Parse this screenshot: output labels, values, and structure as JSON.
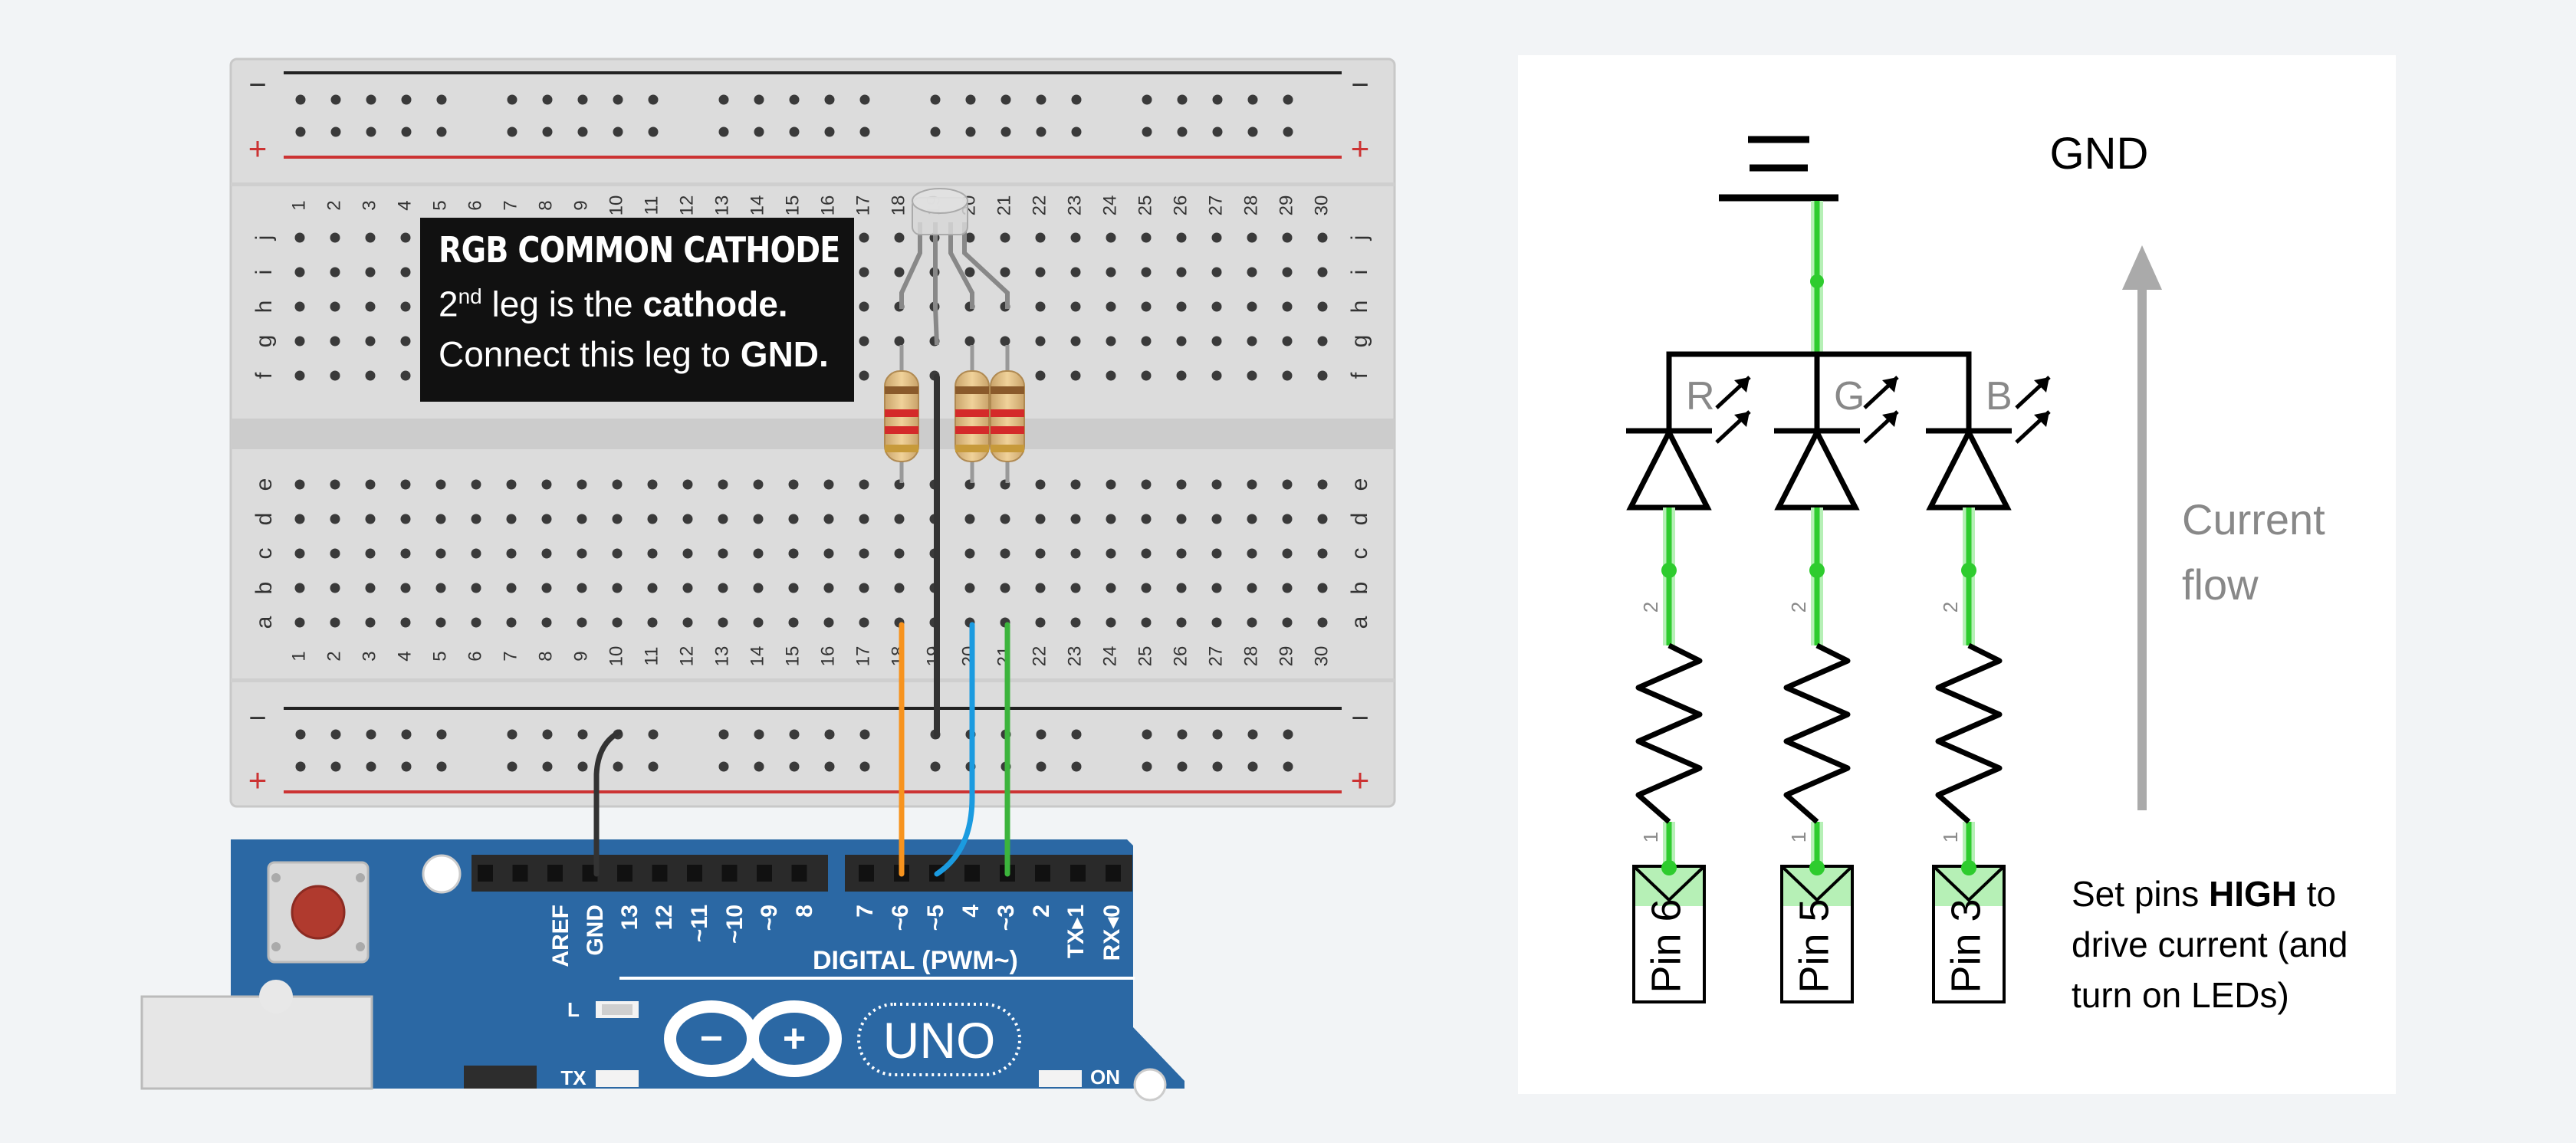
{
  "breadboard": {
    "rail_minus": "−",
    "rail_plus": "+",
    "column_numbers": [
      "1",
      "2",
      "3",
      "4",
      "5",
      "6",
      "7",
      "8",
      "9",
      "10",
      "11",
      "12",
      "13",
      "14",
      "15",
      "16",
      "17",
      "18",
      "19",
      "20",
      "21",
      "22",
      "23",
      "24",
      "25",
      "26",
      "27",
      "28",
      "29",
      "30"
    ],
    "rows_top": [
      "j",
      "i",
      "h",
      "g",
      "f"
    ],
    "rows_bottom": [
      "e",
      "d",
      "c",
      "b",
      "a"
    ]
  },
  "callout": {
    "title": "RGB COMMON CATHODE",
    "line1_prefix": "2",
    "line1_sup": "nd",
    "line1_mid": " leg is the ",
    "line1_bold": "cathode.",
    "line2_prefix": "Connect this leg to ",
    "line2_bold": "GND."
  },
  "arduino": {
    "header_labels": [
      "AREF",
      "GND",
      "13",
      "12",
      "~11",
      "~10",
      "~9",
      "8",
      "7",
      "~6",
      "~5",
      "4",
      "~3",
      "2",
      "TX▸1",
      "RX◂0"
    ],
    "digital_label": "DIGITAL (PWM~)",
    "led_l": "L",
    "led_tx": "TX",
    "led_on": "ON",
    "logo_minus": "−",
    "logo_plus": "+",
    "board_name": "UNO"
  },
  "schematic": {
    "gnd_label": "GND",
    "led_labels": [
      "R",
      "G",
      "B"
    ],
    "resistor_pin_top": "2",
    "resistor_pin_bottom": "1",
    "pins": [
      "Pin 6",
      "Pin 5",
      "Pin 3"
    ],
    "current_flow": [
      "Current",
      "flow"
    ],
    "note_prefix": "Set pins ",
    "note_bold": "HIGH",
    "note_suffix": " to",
    "note_line2": "drive current (and",
    "note_line3": "turn on LEDs)"
  },
  "colors": {
    "arduino_blue": "#2b68a4",
    "wire_orange": "#f7931e",
    "wire_blue": "#1b9be0",
    "wire_green": "#3cb43c",
    "wire_black": "#333333",
    "rail_red": "#c33",
    "schematic_green": "#2ecc2e",
    "schematic_highlight": "#b6f0b6",
    "arrow_gray": "#aaaaaa"
  }
}
